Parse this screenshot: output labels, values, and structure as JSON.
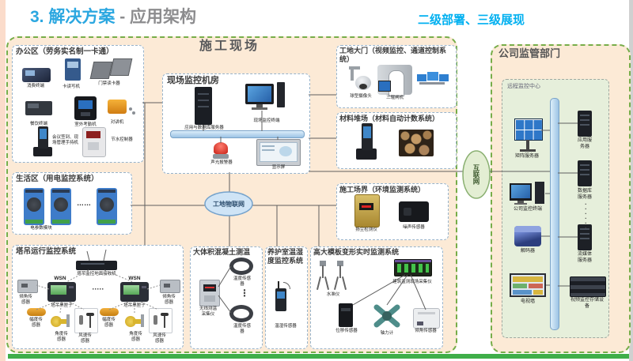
{
  "header": {
    "number": "3.",
    "title": "解决方案",
    "dash": "-",
    "subtitle": "应用架构",
    "tagline": "二级部署、三级展现"
  },
  "site": {
    "title": "施工现场",
    "iot_cloud": "工地物联网",
    "office": {
      "title": "办公区（劳务实名制一卡通）",
      "devices": [
        {
          "label": "消费终端"
        },
        {
          "label": "卡读写机"
        },
        {
          "label": "门禁读卡器"
        },
        {
          "label": "餐饮终端"
        },
        {
          "label": "室外考勤机"
        },
        {
          "label": "对讲机"
        },
        {
          "label": "会议签到、现场管理手持机"
        },
        {
          "label": "节水控制器"
        }
      ]
    },
    "control_room": {
      "title": "现场监控机房",
      "server": "应用与数据库服务器",
      "terminal": "现场监控终端",
      "alarm": "声光报警器",
      "screen": "显示屏"
    },
    "gate": {
      "title": "工地大门（视频监控、通道控制系统）",
      "camera": "球型摄像头",
      "turnstile": "三辊闸机"
    },
    "material": {
      "title": "材料堆场（材料自动计数系统）"
    },
    "boundary": {
      "title": "施工场界（环境监测系统）",
      "dust": "扬尘检测仪",
      "noise": "噪声传感器"
    },
    "living": {
      "title": "生活区（用电监控系统）",
      "module": "电参数模块",
      "dots": "……"
    },
    "crane": {
      "title": "塔吊运行监控系统",
      "receiver": "塔吊监控地面接收机",
      "wsn": "WSN",
      "blackbox": "塔吊黑匣子",
      "dots": "·····",
      "tilt": "倾角传感器",
      "amplitude": "幅度传感器",
      "angle": "角度传感器",
      "wind": "风速传感器"
    },
    "concrete": {
      "title": "大体积混凝土测温",
      "collector": "无线测温采集仪",
      "sensor": "温度传感器",
      "dots": "⋮"
    },
    "curing": {
      "title": "养护室温湿度监控系统",
      "sensor": "温湿传感器"
    },
    "formwork": {
      "title": "高大模板变形实时监测系统",
      "level": "水准仪",
      "collector": "建筑监测现场采集仪",
      "displacement": "位移传感器",
      "axial": "轴力计",
      "tilt": "倾角传感器"
    }
  },
  "internet_cloud": "互联网",
  "company": {
    "title": "公司监管部门",
    "center": {
      "title": "远程监控中心",
      "matrix": "矩阵服务器",
      "terminal": "公司监控终端",
      "decoder": "解码器",
      "tv_wall": "电视墙",
      "app_server": "应用服务器",
      "db_server": "数据库服务器",
      "dots": "······",
      "stream_server": "流媒体服务器",
      "storage": "视频监控存储设备"
    }
  },
  "colors": {
    "accent_blue": "#2ba7e0",
    "accent_cyan": "#00b0f0",
    "box_border_green": "#77ad49",
    "box_fill_peach": "#fcead6",
    "inner_fill_green": "#e6efdb",
    "bus_blue": "#b9d7ef",
    "bottom_bar_green": "#3fae49"
  }
}
